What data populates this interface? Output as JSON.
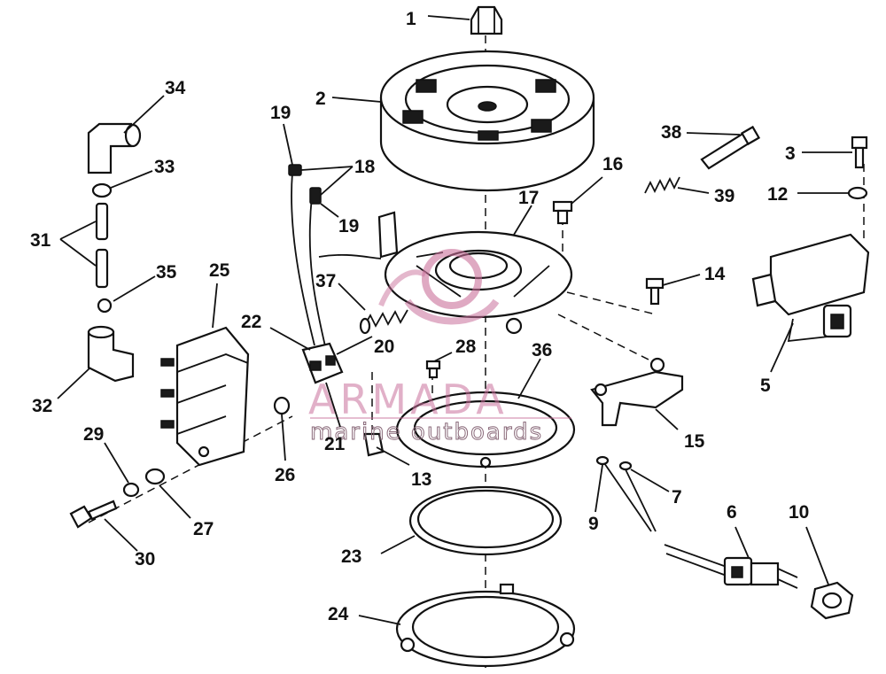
{
  "watermark": {
    "brand": "ARMADA",
    "tagline": "marine outboards",
    "accent_color": "#c96f9a"
  },
  "callouts": {
    "c1": "1",
    "c2": "2",
    "c3": "3",
    "c5": "5",
    "c6": "6",
    "c7": "7",
    "c9": "9",
    "c10": "10",
    "c12": "12",
    "c13": "13",
    "c14": "14",
    "c15": "15",
    "c16": "16",
    "c17": "17",
    "c18": "18",
    "c19a": "19",
    "c19b": "19",
    "c20": "20",
    "c21": "21",
    "c22": "22",
    "c23": "23",
    "c24": "24",
    "c25": "25",
    "c26": "26",
    "c27": "27",
    "c28": "28",
    "c29": "29",
    "c30": "30",
    "c31": "31",
    "c32": "32",
    "c33": "33",
    "c34": "34",
    "c35": "35",
    "c36": "36",
    "c37": "37",
    "c38": "38",
    "c39": "39"
  }
}
